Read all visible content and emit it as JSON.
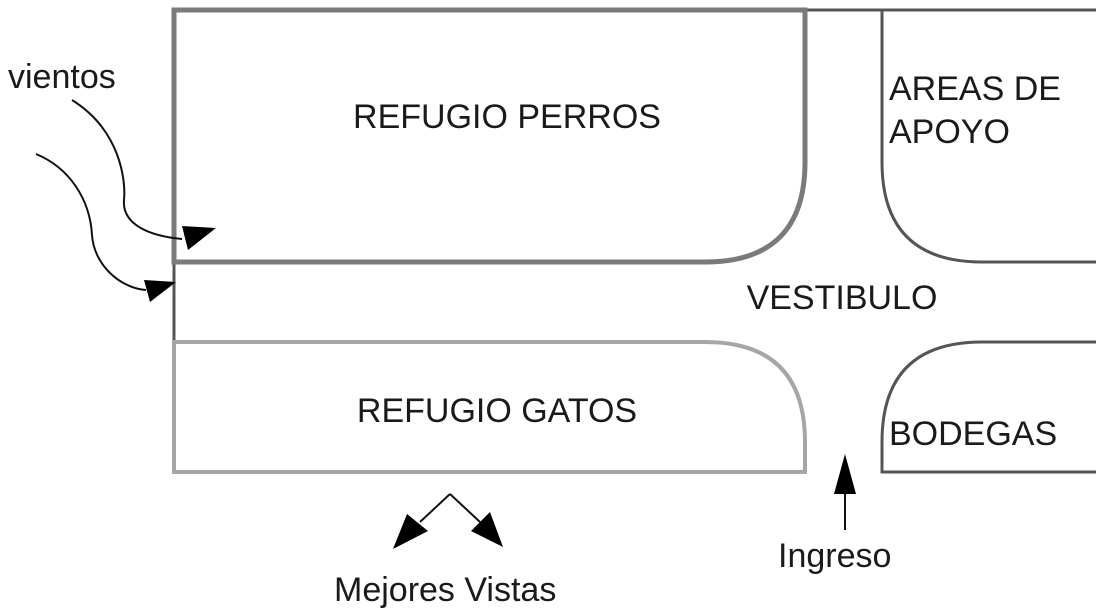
{
  "zones": {
    "refugio_perros": "REFUGIO PERROS",
    "refugio_gatos": "REFUGIO GATOS",
    "areas_apoyo_line1": "AREAS DE",
    "areas_apoyo_line2": "APOYO",
    "vestibulo": "VESTIBULO",
    "bodegas": "BODEGAS"
  },
  "annotations": {
    "vientos": "vientos",
    "mejores_vistas": "Mejores Vistas",
    "ingreso": "Ingreso"
  },
  "colors": {
    "perros_outline": "#7a7a7a",
    "gatos_outline": "#a6a6a6",
    "wall_outline": "#555555",
    "arrow": "#000000"
  },
  "icons": [
    "wind-arrow-icon",
    "view-arrow-icon",
    "entrance-arrow-icon"
  ]
}
